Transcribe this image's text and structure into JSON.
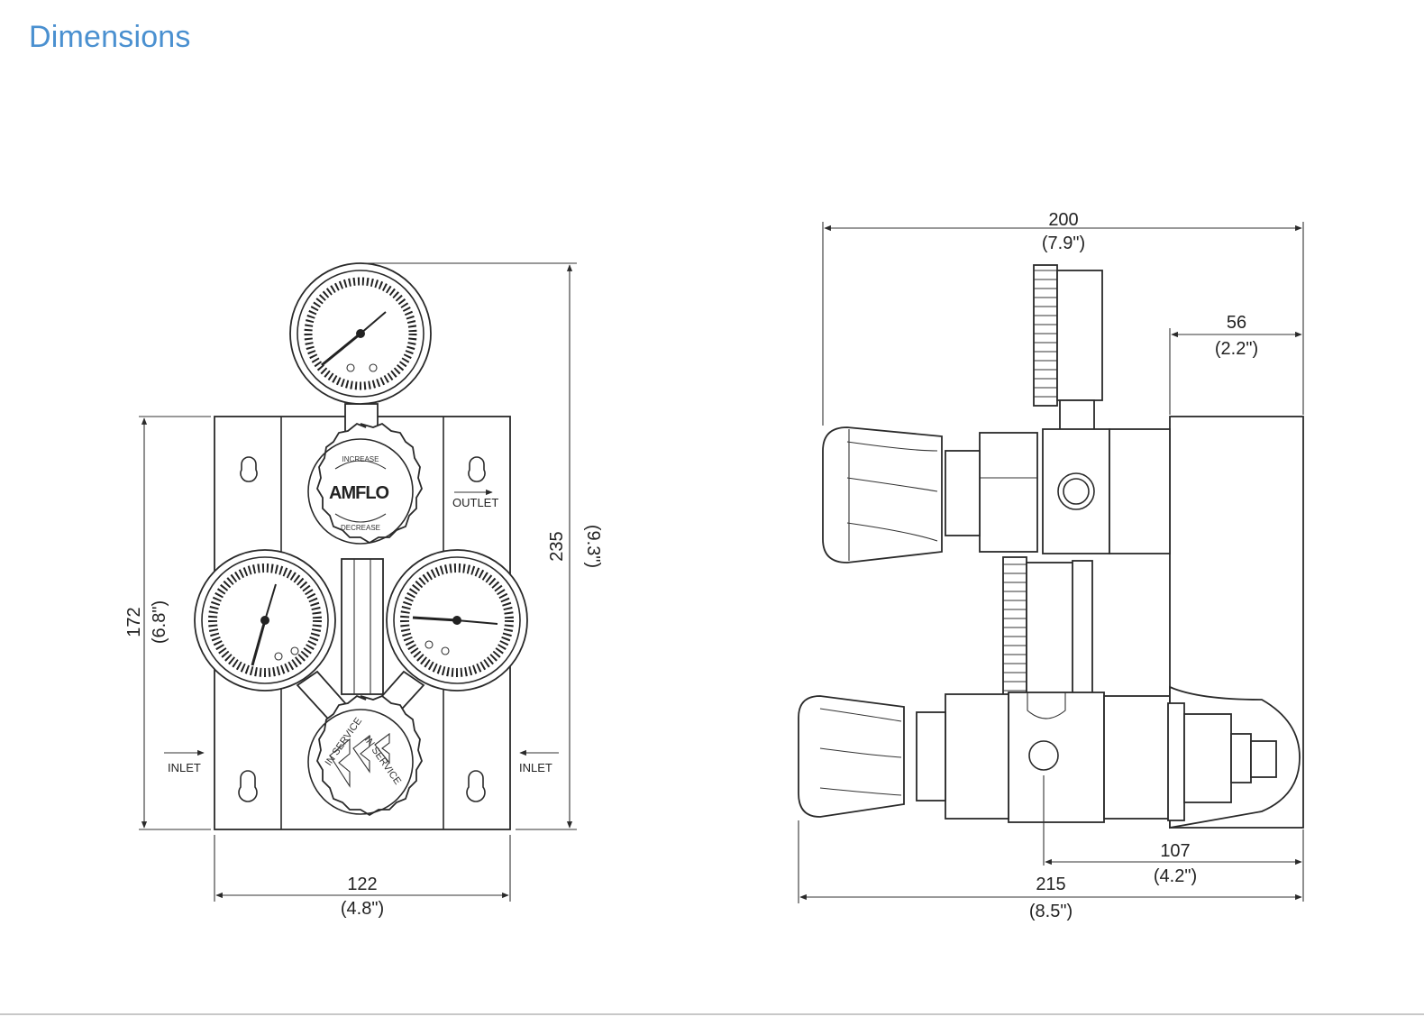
{
  "title": "Dimensions",
  "front_view": {
    "dim_width": {
      "value": "122",
      "imperial": "(4.8\")"
    },
    "dim_plate_height": {
      "value": "172",
      "imperial": "(6.8\")"
    },
    "dim_total_height": {
      "value": "235",
      "imperial": "(9.3\")"
    },
    "logo": "AMFLO",
    "knob_top_text": "INCREASE",
    "knob_bottom_text": "DECREASE",
    "service_text_a": "IN SERVICE",
    "service_text_b": "IN SERVICE",
    "label_outlet": "OUTLET",
    "label_inlet_left": "INLET",
    "label_inlet_right": "INLET"
  },
  "side_view": {
    "dim_top_width": {
      "value": "200",
      "imperial": "(7.9\")"
    },
    "dim_offset": {
      "value": "56",
      "imperial": "(2.2\")"
    },
    "dim_depth": {
      "value": "107",
      "imperial": "(4.2\")"
    },
    "dim_total_width": {
      "value": "215",
      "imperial": "(8.5\")"
    }
  },
  "colors": {
    "title": "#4a90d0",
    "line": "#2a2a2a"
  }
}
